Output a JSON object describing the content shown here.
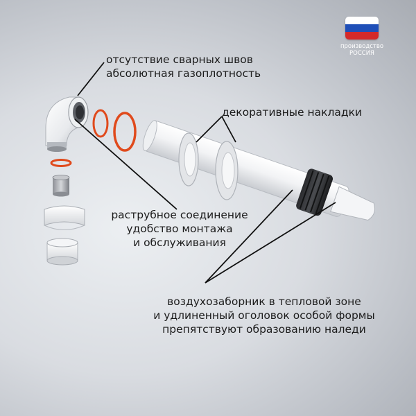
{
  "captions": {
    "welds_line1": "отсутствие сварных швов",
    "welds_line2": "абсолютная газоплотность",
    "covers": "декоративные накладки",
    "socket_line1": "раструбное соединение",
    "socket_line2": "удобство монтажа",
    "socket_line3": "и обслуживания",
    "intake_line1": "воздухозаборник в тепловой зоне",
    "intake_line2": "и удлиненный оголовок особой формы",
    "intake_line3": "препятствуют образованию наледи"
  },
  "badge": {
    "line1": "производство",
    "line2": "РОССИЯ"
  },
  "colors": {
    "seal": "#e04a1c",
    "flag_white": "#ffffff",
    "flag_blue": "#1f4fb8",
    "flag_red": "#d42a2a"
  }
}
